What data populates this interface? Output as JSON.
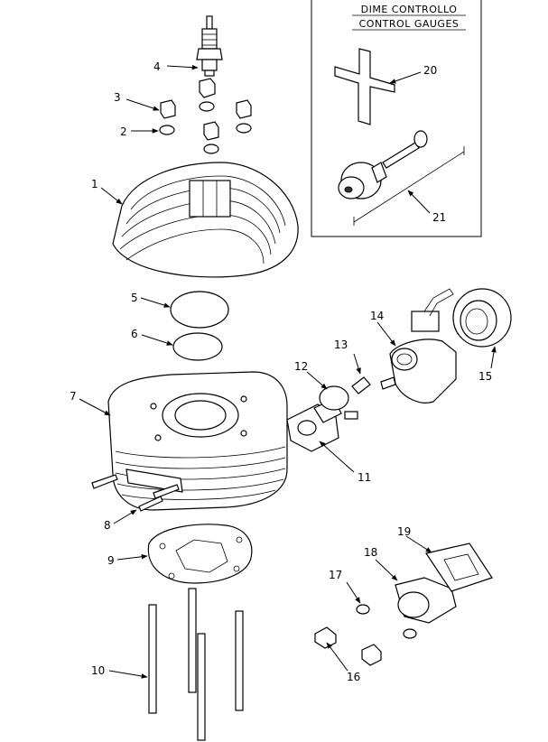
{
  "inset": {
    "title_line1": "DIME CONTROLLO",
    "title_line2": "CONTROL GAUGES"
  },
  "callouts": {
    "c1": "1",
    "c2": "2",
    "c3": "3",
    "c4": "4",
    "c5": "5",
    "c6": "6",
    "c7": "7",
    "c8": "8",
    "c9": "9",
    "c10": "10",
    "c11": "11",
    "c12": "12",
    "c13": "13",
    "c14": "14",
    "c15": "15",
    "c16": "16",
    "c17": "17",
    "c18": "18",
    "c19": "19",
    "c20": "20",
    "c21": "21"
  }
}
